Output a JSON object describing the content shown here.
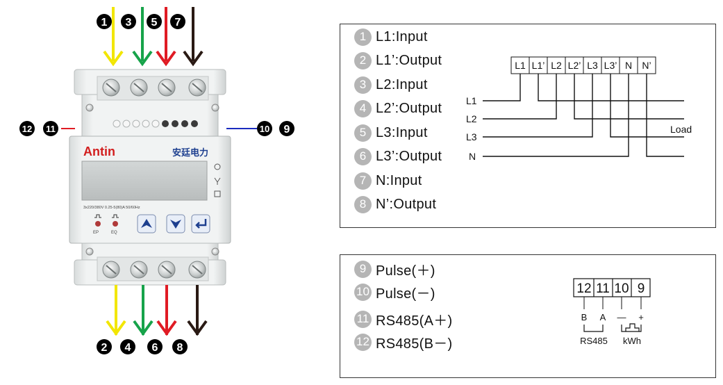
{
  "device": {
    "brand": "Antin",
    "brand_cn": "安廷电力",
    "spec": "3x220/380V  0.25-5(80)A  50/60Hz",
    "ep_label": "EP",
    "eq_label": "EQ"
  },
  "terminals": {
    "top": [
      "1",
      "3",
      "5",
      "7"
    ],
    "bottom": [
      "2",
      "4",
      "6",
      "8"
    ],
    "left": [
      "12",
      "11"
    ],
    "right": [
      "10",
      "9"
    ]
  },
  "legend_io": [
    {
      "num": "1",
      "label": "L1:Input"
    },
    {
      "num": "2",
      "label": "L1’:Output"
    },
    {
      "num": "3",
      "label": "L2:Input"
    },
    {
      "num": "4",
      "label": "L2’:Output"
    },
    {
      "num": "5",
      "label": "L3:Input"
    },
    {
      "num": "6",
      "label": "L3’:Output"
    },
    {
      "num": "7",
      "label": "N:Input"
    },
    {
      "num": "8",
      "label": "N’:Output"
    }
  ],
  "wiring": {
    "boxes": [
      "L1",
      "L1’",
      "L2",
      "L2’",
      "L3",
      "L3’",
      "N",
      "N’"
    ],
    "lines": [
      "L1",
      "L2",
      "L3",
      "N"
    ],
    "load": "Load"
  },
  "legend_comm": [
    {
      "num": "9",
      "label": "Pulse(＋)"
    },
    {
      "num": "10",
      "label": "Pulse(－)"
    },
    {
      "num": "11",
      "label": "RS485(A＋)"
    },
    {
      "num": "12",
      "label": "RS485(B－)"
    }
  ],
  "comm": {
    "boxes": [
      "12",
      "11",
      "10",
      "9"
    ],
    "signals": [
      "B",
      "A",
      "—",
      "+"
    ],
    "rs485": "RS485",
    "kwh": "kWh"
  },
  "colors": {
    "yellow": "#f2e600",
    "green": "#17a34a",
    "red": "#e01b24",
    "black": "#2a1a14",
    "blue": "#1a2bbf",
    "meter_body": "#eef0f0",
    "lcd": "#c7cbcb",
    "button_blue": "#1d3f8f",
    "brand_red": "#d21e1e",
    "badge_gray": "#b5b5b5"
  }
}
